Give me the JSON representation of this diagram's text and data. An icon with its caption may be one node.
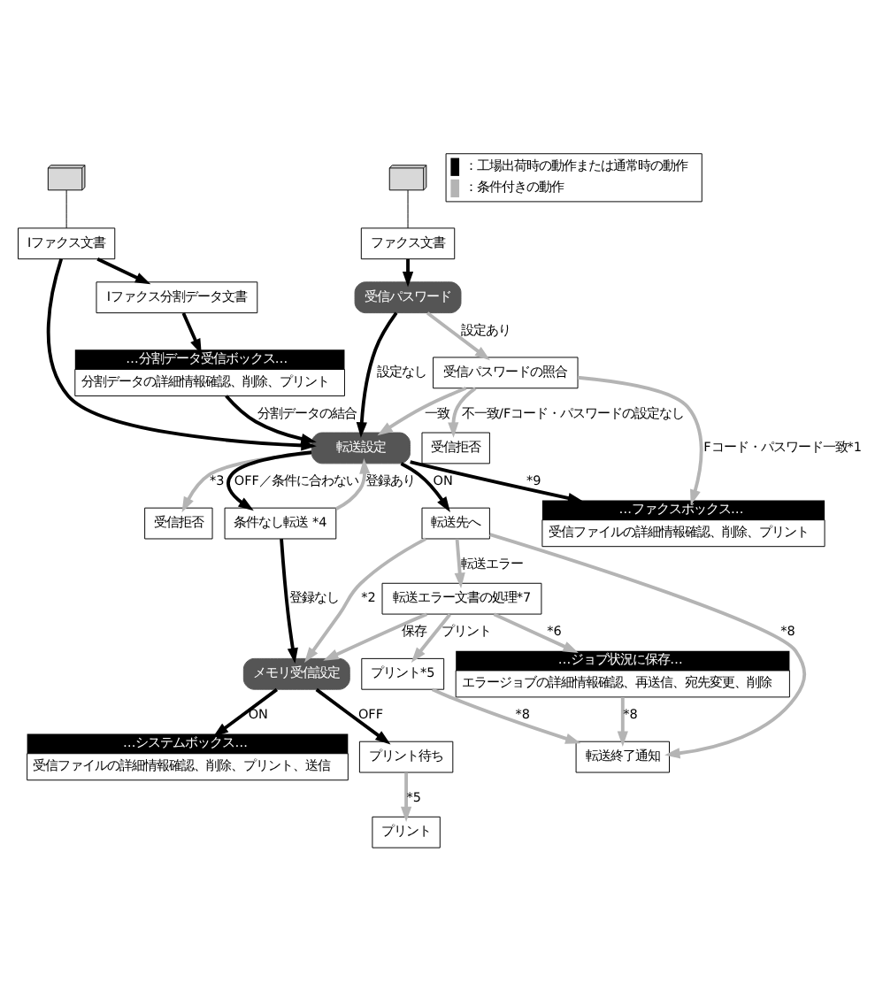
{
  "diagram": {
    "nodes": [
      {
        "text": [],
        "shape": "picture"
      },
      {
        "text": [],
        "shape": "picture"
      },
      {
        "text": [
          "Iファクス文書"
        ]
      },
      {
        "text": [
          "ファクス文書"
        ]
      },
      {
        "text": [
          "Iファクス分割データ文書"
        ]
      },
      {
        "text": [
          "…分割データ受信ボックス…",
          "分割データの詳細情報確認、削除、プリント"
        ]
      },
      {
        "text": [
          "受信パスワード"
        ]
      },
      {
        "text": [
          "受信パスワードの照合"
        ]
      },
      {
        "text": [
          "受信拒否"
        ]
      },
      {
        "text": [
          "転送設定"
        ]
      },
      {
        "text": [
          "転送先へ"
        ]
      },
      {
        "text": [
          "受信拒否"
        ]
      },
      {
        "text": [
          "条件なし転送 *4"
        ]
      },
      {
        "text": [
          "…ファクスボックス…",
          "受信ファイルの詳細情報確認、削除、プリント"
        ]
      },
      {
        "text": [
          "転送エラー文書の処理*7"
        ]
      },
      {
        "text": [
          "メモリ受信設定"
        ]
      },
      {
        "text": [
          "…ジョブ状況に保存…",
          "エラージョブの詳細情報確認、再送信、宛先変更、削除"
        ]
      },
      {
        "text": [
          "プリント待ち"
        ]
      },
      {
        "text": [
          "プリント*5"
        ]
      },
      {
        "text": [
          "…システムボックス…",
          "受信ファイルの詳細情報確認、削除、プリント、送信"
        ]
      },
      {
        "text": [
          "プリント"
        ]
      },
      {
        "text": [
          "転送終了通知"
        ]
      }
    ],
    "edges": [
      {
        "from": 0,
        "to": 2,
        "arrow": "none",
        "color": "#000000"
      },
      {
        "from": 1,
        "to": 3,
        "arrow": "none",
        "color": "#000000"
      },
      {
        "from": 2,
        "to": 4,
        "arrow": "to",
        "color": "#000000"
      },
      {
        "from": 2,
        "to": 9,
        "arrow": "to",
        "color": "#000000"
      },
      {
        "from": 4,
        "to": 5,
        "arrow": "to",
        "color": "#000000"
      },
      {
        "from": 3,
        "to": 6,
        "arrow": "to",
        "color": "#000000"
      },
      {
        "from": 6,
        "to": 9,
        "label": "設定なし",
        "arrow": "to",
        "color": "#000000"
      },
      {
        "from": 6,
        "to": 7,
        "label": "設定あり",
        "arrow": "to"
      },
      {
        "from": 7,
        "to": 8,
        "label": "不一致/Fコード・パスワードの設定なし",
        "arrow": "to"
      },
      {
        "from": 7,
        "to": 9,
        "label": "一致",
        "arrow": "to"
      },
      {
        "from": 7,
        "to": 13,
        "label": "Fコード・パスワード一致*1",
        "arrow": "to"
      },
      {
        "from": 5,
        "to": 9,
        "label": "分割データの結合",
        "arrow": "to",
        "color": "#000000"
      },
      {
        "from": 9,
        "to": 10,
        "label": "ON",
        "arrow": "to",
        "color": "#000000"
      },
      {
        "from": 9,
        "to": 13,
        "label": "*9",
        "arrow": "to",
        "color": "#000000"
      },
      {
        "from": 9,
        "to": 11,
        "label": "*3",
        "arrow": "to"
      },
      {
        "from": 9,
        "to": 12,
        "label": "OFF／条件に合わない",
        "arrow": "to",
        "color": "#000000"
      },
      {
        "from": 12,
        "to": 9,
        "label": "登録あり",
        "arrow": "to"
      },
      {
        "from": 12,
        "to": 15,
        "label": "登録なし",
        "arrow": "to",
        "color": "#000000"
      },
      {
        "from": 10,
        "to": 14,
        "label": "転送エラー",
        "arrow": "to"
      },
      {
        "from": 10,
        "to": 15,
        "label": "*2",
        "arrow": "to"
      },
      {
        "from": 10,
        "to": 21,
        "label": "*8",
        "arrow": "to"
      },
      {
        "from": 14,
        "to": 15,
        "label": "保存",
        "arrow": "to"
      },
      {
        "from": 14,
        "to": 16,
        "label": "*6",
        "arrow": "to"
      },
      {
        "from": 14,
        "to": 18,
        "label": "プリント",
        "arrow": "to"
      },
      {
        "from": 15,
        "to": 17,
        "label": "OFF",
        "arrow": "to",
        "color": "#000000"
      },
      {
        "from": 15,
        "to": 19,
        "label": "ON",
        "arrow": "to",
        "color": "#000000"
      },
      {
        "from": 17,
        "to": 20,
        "label": "*5",
        "arrow": "to"
      },
      {
        "from": 18,
        "to": 21,
        "label": "*8",
        "arrow": "to"
      },
      {
        "from": 16,
        "to": 21,
        "label": "*8",
        "arrow": "to"
      }
    ],
    "legend": [
      {
        "text": "：工場出荷時の動作または通常時の動作",
        "color": "#000000"
      },
      {
        "text": "：条件付きの動作",
        "color": "#b4b4b4"
      }
    ]
  }
}
